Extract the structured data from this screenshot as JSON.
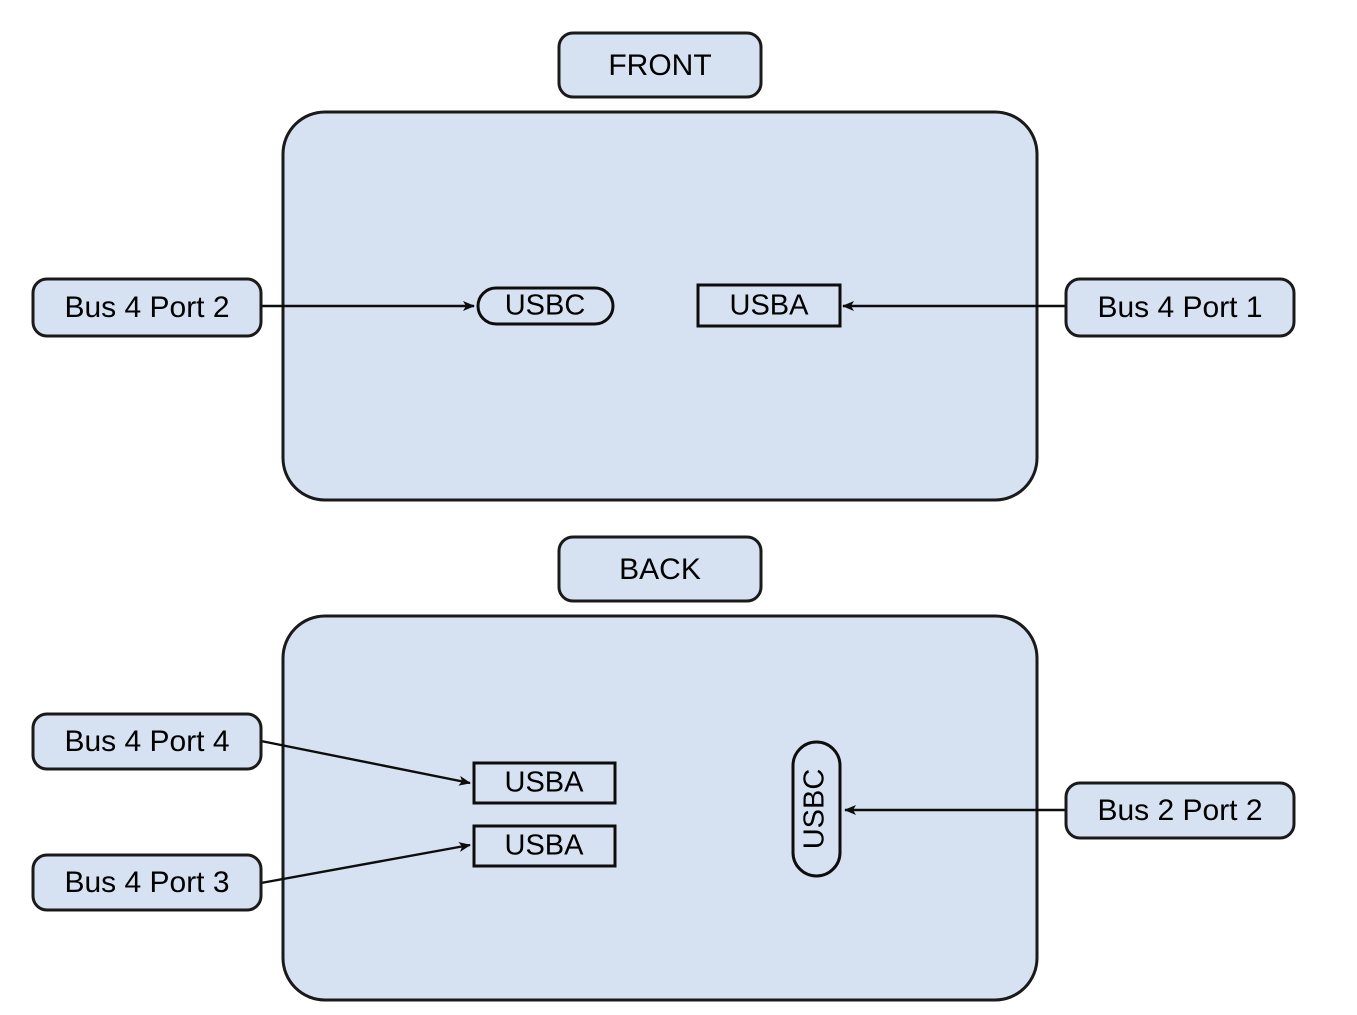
{
  "diagram": {
    "title_front": "FRONT",
    "title_back": "BACK",
    "colors": {
      "fill": "#d6e1f2",
      "stroke": "#0d0d0d",
      "background": "#ffffff"
    },
    "sections": [
      {
        "id": "front",
        "heading": "FRONT",
        "ports": [
          {
            "id": "front-usbc",
            "label": "USBC",
            "shape": "pill",
            "orientation": "horizontal"
          },
          {
            "id": "front-usba",
            "label": "USBA",
            "shape": "rect",
            "orientation": "horizontal"
          }
        ],
        "labels": [
          {
            "id": "bus4port2",
            "text": "Bus 4 Port 2",
            "side": "left",
            "connects_to": "front-usbc"
          },
          {
            "id": "bus4port1",
            "text": "Bus 4 Port 1",
            "side": "right",
            "connects_to": "front-usba"
          }
        ]
      },
      {
        "id": "back",
        "heading": "BACK",
        "ports": [
          {
            "id": "back-usba-top",
            "label": "USBA",
            "shape": "rect",
            "orientation": "horizontal"
          },
          {
            "id": "back-usba-bottom",
            "label": "USBA",
            "shape": "rect",
            "orientation": "horizontal"
          },
          {
            "id": "back-usbc",
            "label": "USBC",
            "shape": "pill",
            "orientation": "vertical"
          }
        ],
        "labels": [
          {
            "id": "bus4port4",
            "text": "Bus 4 Port 4",
            "side": "left",
            "connects_to": "back-usba-top"
          },
          {
            "id": "bus4port3",
            "text": "Bus 4 Port 3",
            "side": "left",
            "connects_to": "back-usba-bottom"
          },
          {
            "id": "bus2port2",
            "text": "Bus 2 Port 2",
            "side": "right",
            "connects_to": "back-usbc"
          }
        ]
      }
    ]
  }
}
